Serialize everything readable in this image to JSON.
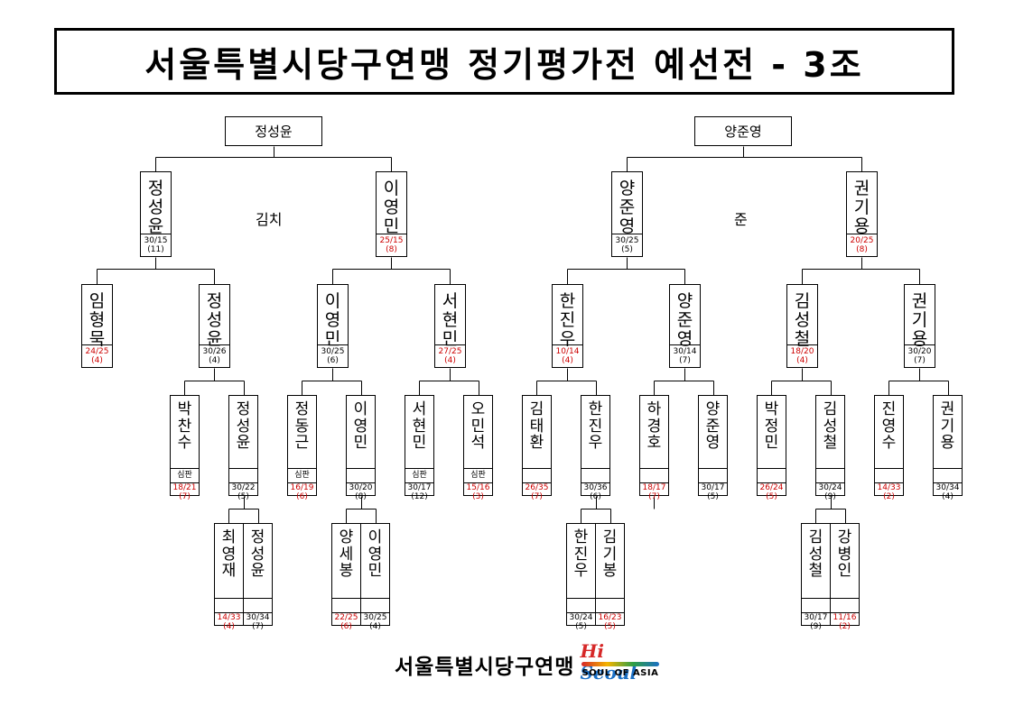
{
  "title": "서울특별시당구연맹 정기평가전 예선전 - 3조",
  "footer": {
    "org": "서울특별시당구연맹",
    "logo_hi": "Hi",
    "logo_seoul": "Seoul",
    "logo_sub": "SOUL OF ASIA"
  },
  "colors": {
    "loss_score": "#cc0000",
    "border": "#000000"
  },
  "bracket": {
    "notes": [
      "김치",
      "준"
    ],
    "tops": [
      "정성윤",
      "양준영"
    ],
    "nodes": [
      {
        "name": "정성윤",
        "score": "30/15",
        "place": "(11)",
        "red": false
      },
      {
        "name": "이영민",
        "score": "25/15",
        "place": "(8)",
        "red": true
      },
      {
        "name": "양준영",
        "score": "30/25",
        "place": "(5)",
        "red": false
      },
      {
        "name": "권기용",
        "score": "20/25",
        "place": "(8)",
        "red": true
      },
      {
        "name": "임형묵",
        "score": "24/25",
        "place": "(4)",
        "red": true
      },
      {
        "name": "정성윤",
        "score": "30/26",
        "place": "(4)",
        "red": false
      },
      {
        "name": "이영민",
        "score": "30/25",
        "place": "(6)",
        "red": false
      },
      {
        "name": "서현민",
        "score": "27/25",
        "place": "(4)",
        "red": true
      },
      {
        "name": "한진우",
        "score": "10/14",
        "place": "(4)",
        "red": true
      },
      {
        "name": "양준영",
        "score": "30/14",
        "place": "(7)",
        "red": false
      },
      {
        "name": "김성철",
        "score": "18/20",
        "place": "(4)",
        "red": true
      },
      {
        "name": "권기용",
        "score": "30/20",
        "place": "(7)",
        "red": false
      },
      {
        "name": "박찬수",
        "referee": "심판",
        "score": "18/21",
        "place": "(7)",
        "red": true
      },
      {
        "name": "정성윤",
        "referee": "",
        "score": "30/22",
        "place": "(5)",
        "red": false
      },
      {
        "name": "정동근",
        "referee": "심판",
        "score": "16/19",
        "place": "(6)",
        "red": true
      },
      {
        "name": "이영민",
        "referee": "",
        "score": "30/20",
        "place": "(8)",
        "red": false
      },
      {
        "name": "서현민",
        "referee": "심판",
        "score": "30/17",
        "place": "(12)",
        "red": false
      },
      {
        "name": "오민석",
        "referee": "심판",
        "score": "15/16",
        "place": "(3)",
        "red": true
      },
      {
        "name": "김태환",
        "referee": "",
        "score": "26/35",
        "place": "(7)",
        "red": true
      },
      {
        "name": "한진우",
        "referee": "",
        "score": "30/36",
        "place": "(6)",
        "red": false
      },
      {
        "name": "하경호",
        "referee": "",
        "score": "18/17",
        "place": "(7)",
        "red": true
      },
      {
        "name": "양준영",
        "referee": "",
        "score": "30/17",
        "place": "(5)",
        "red": false
      },
      {
        "name": "박정민",
        "referee": "",
        "score": "26/24",
        "place": "(5)",
        "red": true
      },
      {
        "name": "김성철",
        "referee": "",
        "score": "30/24",
        "place": "(9)",
        "red": false
      },
      {
        "name": "진영수",
        "referee": "",
        "score": "14/33",
        "place": "(2)",
        "red": true
      },
      {
        "name": "권기용",
        "referee": "",
        "score": "30/34",
        "place": "(4)",
        "red": false
      },
      {
        "name": "최영재",
        "referee": "",
        "score": "14/33",
        "place": "(4)",
        "red": true
      },
      {
        "name": "정성윤",
        "referee": "",
        "score": "30/34",
        "place": "(7)",
        "red": false
      },
      {
        "name": "양세봉",
        "referee": "",
        "score": "22/25",
        "place": "(6)",
        "red": true
      },
      {
        "name": "이영민",
        "referee": "",
        "score": "30/25",
        "place": "(4)",
        "red": false
      },
      {
        "name": "한진우",
        "referee": "",
        "score": "30/24",
        "place": "(5)",
        "red": false
      },
      {
        "name": "김기봉",
        "referee": "",
        "score": "16/23",
        "place": "(5)",
        "red": true
      },
      {
        "name": "김성철",
        "referee": "",
        "score": "30/17",
        "place": "(9)",
        "red": false
      },
      {
        "name": "강병인",
        "referee": "",
        "score": "11/16",
        "place": "(2)",
        "red": true
      }
    ]
  }
}
